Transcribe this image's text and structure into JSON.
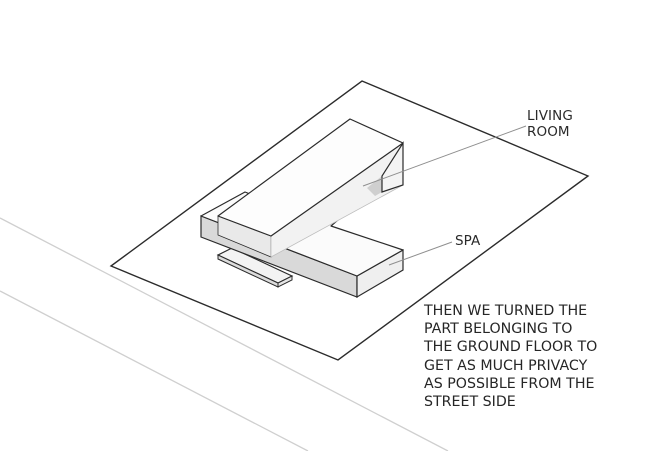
{
  "diagram": {
    "type": "axonometric-site-diagram",
    "labels": {
      "living_room": [
        "LIVING",
        "ROOM"
      ],
      "spa": "SPA"
    },
    "caption": [
      "THEN WE TURNED THE",
      "PART BELONGING TO",
      "THE GROUND FLOOR TO",
      "GET AS MUCH PRIVACY",
      "AS POSSIBLE FROM THE",
      "STREET SIDE"
    ],
    "colors": {
      "background": "#ffffff",
      "outline": "#2b2b2b",
      "street_line": "#c8c8c8",
      "leader_line": "#8c8c8c",
      "face_top": "#fbfbfb",
      "face_side_light": "#ededed",
      "face_side_dark": "#d9d9d9",
      "text": "#262626"
    }
  }
}
